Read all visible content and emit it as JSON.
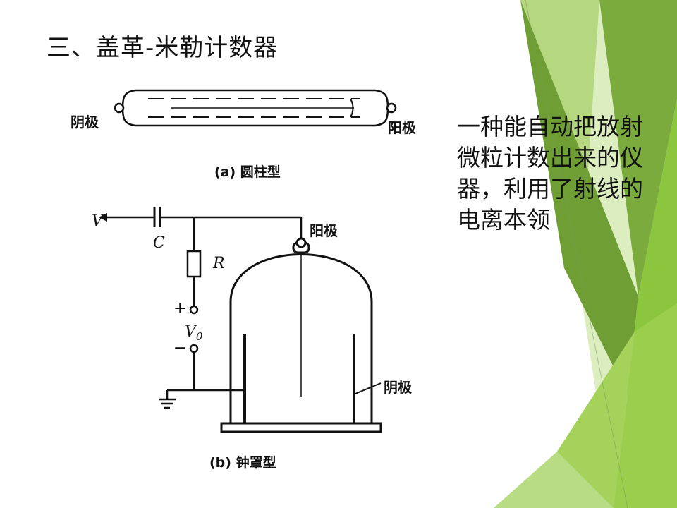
{
  "slide": {
    "title": "三、盖革-米勒计数器",
    "description_lines": [
      "一种能自动把放射",
      "微粒计数出来的仪",
      "器，利用了射线的",
      "电离本领"
    ]
  },
  "figure_a": {
    "left_label": "阴极",
    "right_label": "阳极",
    "caption": "(a) 圆柱型"
  },
  "figure_b": {
    "voltage_label": "V",
    "capacitor_label": "C",
    "resistor_label": "R",
    "plus_label": "+",
    "minus_label": "−",
    "v0_label": "V",
    "v0_subscript": "0",
    "anode_label": "阳极",
    "cathode_label": "阴极",
    "caption": "(b) 钟罩型"
  },
  "colors": {
    "accent_green": "#8cc63f",
    "dark_green": "#5e8f2a",
    "light_green": "#c9e4a0",
    "line": "#111111"
  }
}
